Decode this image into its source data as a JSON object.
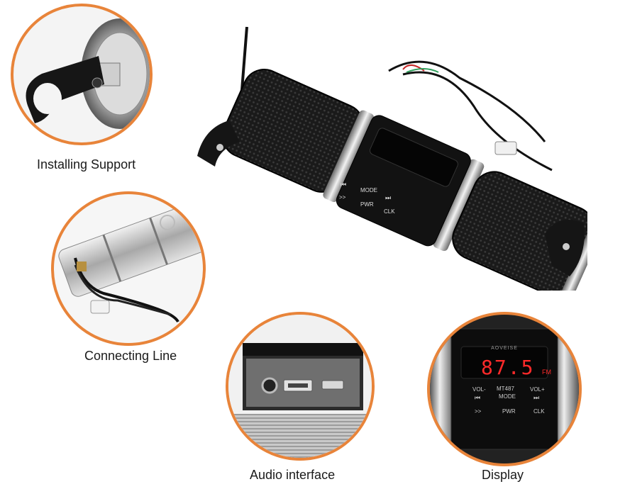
{
  "captions": {
    "installing_support": "Installing Support",
    "connecting_line": "Connecting Line",
    "audio_interface": "Audio interface",
    "display": "Display"
  },
  "product": {
    "buttons": {
      "prev": "⏮",
      "mode": "MODE",
      "next": "⏭",
      "skip": ">>",
      "pwr": "PWR",
      "clk": "CLK"
    }
  },
  "display_panel": {
    "brand": "AOVEISE",
    "frequency": "87.5",
    "band": "FM",
    "model": "MT487",
    "vol_minus": "VOL-",
    "vol_plus": "VOL+",
    "mode": "MODE",
    "prev": "⏮",
    "next": "⏭",
    "skip": ">>",
    "pwr": "PWR",
    "clk": "CLK"
  },
  "colors": {
    "accent_ring": "#e8843a",
    "lcd_red": "#ff2a2a",
    "body_black": "#111111"
  }
}
